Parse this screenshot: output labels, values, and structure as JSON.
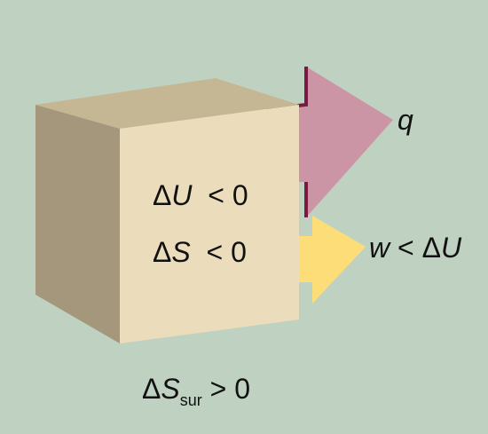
{
  "colors": {
    "background": "#bfd2c2",
    "cube_front": "#ebdcbc",
    "cube_top": "#c6b794",
    "cube_side": "#a4977c",
    "heat_arrow": "#cc95a6",
    "heat_arrow_outline": "#7a1a42",
    "work_arrow": "#fcdd78"
  },
  "labels": {
    "delta": "Δ",
    "dU_symbol": "U",
    "dU_relation": "< 0",
    "dS_symbol": "S",
    "dS_relation": "< 0",
    "q": "q",
    "w_symbol": "w",
    "w_relation": "< Δ",
    "w_rhs": "U",
    "dSsur_symbol": "S",
    "dSsur_subscript": "sur",
    "dSsur_relation": "> 0"
  }
}
